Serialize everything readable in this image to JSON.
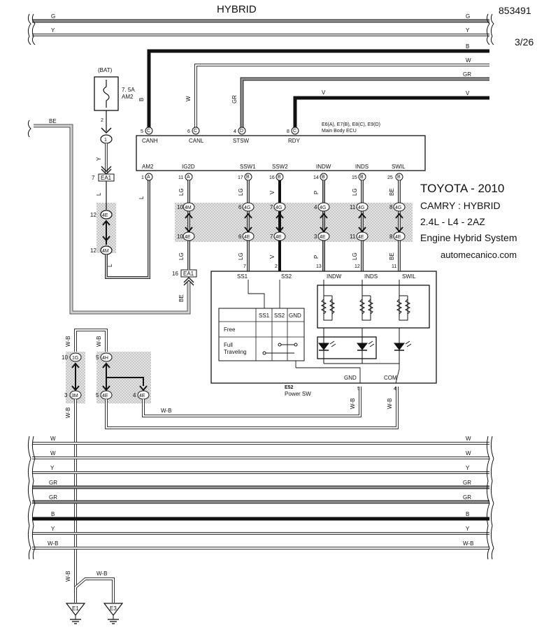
{
  "header": {
    "system": "HYBRID",
    "doc_number": "853491",
    "page": "3/26"
  },
  "info": {
    "line1": "TOYOTA - 2010",
    "line2": "CAMRY : HYBRID",
    "line3": "2.4L - L4 - 2AZ",
    "line4": "Engine Hybrid System",
    "website": "automecanico.com"
  },
  "top_bus": [
    {
      "code": "G",
      "shade": "gray"
    },
    {
      "code": "Y",
      "shade": "light"
    },
    {
      "code": "B",
      "shade": "black"
    },
    {
      "code": "W",
      "shade": "white"
    },
    {
      "code": "GR",
      "shade": "gray"
    },
    {
      "code": "V",
      "shade": "black"
    }
  ],
  "bottom_bus": [
    {
      "code": "W",
      "shade": "white"
    },
    {
      "code": "W",
      "shade": "white"
    },
    {
      "code": "Y",
      "shade": "light"
    },
    {
      "code": "GR",
      "shade": "gray"
    },
    {
      "code": "GR",
      "shade": "gray"
    },
    {
      "code": "B",
      "shade": "black"
    },
    {
      "code": "Y",
      "shade": "light"
    },
    {
      "code": "W-B",
      "shade": "white"
    }
  ],
  "fuse": {
    "label": "(BAT)",
    "rating": "7. 5A",
    "name": "AM2",
    "pin": "2"
  },
  "ecu": {
    "connectors": "E6(A), E7(B), E8(C), E9(D)",
    "name": "Main Body ECU",
    "top_pins": [
      {
        "label": "CANH",
        "num": "5",
        "conn": "C",
        "wire": "B"
      },
      {
        "label": "CANL",
        "num": "6",
        "conn": "C",
        "wire": "W"
      },
      {
        "label": "STSW",
        "num": "4",
        "conn": "D",
        "wire": "GR"
      },
      {
        "label": "RDY",
        "num": "8",
        "conn": "C",
        "wire": "V"
      }
    ],
    "bottom_pins": [
      {
        "label": "AM2",
        "num": "1",
        "conn": "A",
        "wire": "L"
      },
      {
        "label": "IG2D",
        "num": "11",
        "conn": "A",
        "wire": "LG"
      },
      {
        "label": "SSW1",
        "num": "17",
        "conn": "B",
        "wire": "LG"
      },
      {
        "label": "SSW2",
        "num": "16",
        "conn": "B",
        "wire": "V"
      },
      {
        "label": "INDW",
        "num": "14",
        "conn": "B",
        "wire": "P"
      },
      {
        "label": "INDS",
        "num": "15",
        "conn": "B",
        "wire": "LG"
      },
      {
        "label": "SWIL",
        "num": "25",
        "conn": "B",
        "wire": "BE"
      }
    ]
  },
  "left_wiring": {
    "bat_pin": "1",
    "bat_wire": "Y",
    "ea1_top": {
      "pin": "7",
      "code": "EA1"
    },
    "c4e_top": {
      "pin": "12",
      "code": "4E"
    },
    "c4m_bot": {
      "pin": "12",
      "code": "4M"
    },
    "wire_l": "L",
    "ea1_bottom": {
      "pin": "16",
      "code": "EA1"
    },
    "be_wire_top": "BE",
    "be_wire_low": "BE"
  },
  "junction_top": [
    {
      "pin": "10",
      "code": "4M"
    },
    {
      "pin": "6",
      "code": "4G"
    },
    {
      "pin": "7",
      "code": "4G"
    },
    {
      "pin": "4",
      "code": "4G"
    },
    {
      "pin": "11",
      "code": "4G"
    },
    {
      "pin": "8",
      "code": "4G"
    }
  ],
  "junction_bottom": [
    {
      "pin": "10",
      "code": "4E",
      "wire": "LG"
    },
    {
      "pin": "6",
      "code": "4E",
      "wire": "LG"
    },
    {
      "pin": "7",
      "code": "4E",
      "wire": "V"
    },
    {
      "pin": "3",
      "code": "4E",
      "wire": "P"
    },
    {
      "pin": "11",
      "code": "4E",
      "wire": "LG"
    },
    {
      "pin": "8",
      "code": "4E",
      "wire": "BE"
    }
  ],
  "power_sw": {
    "code": "E52",
    "name": "Power SW",
    "pins": [
      {
        "label": "SS1",
        "num": "7"
      },
      {
        "label": "SS2",
        "num": "2"
      },
      {
        "label": "INDW",
        "num": "13"
      },
      {
        "label": "INDS",
        "num": "12"
      },
      {
        "label": "SWIL",
        "num": "11"
      },
      {
        "label": "GND",
        "num": "5"
      },
      {
        "label": "COM",
        "num": "4"
      }
    ],
    "table": {
      "h1": "SS1",
      "h2": "SS2",
      "h3": "GND",
      "row1": "Free",
      "row2a": "Full",
      "row2b": "Traveling"
    }
  },
  "ground_wiring": {
    "c1g": {
      "pin": "10",
      "code": "1G"
    },
    "c3m": {
      "pin": "3",
      "code": "3M"
    },
    "c4h_top": {
      "pin": "5",
      "code": "4H"
    },
    "c4e_a": {
      "pin": "5",
      "code": "4E"
    },
    "c4e_b": {
      "pin": "4",
      "code": "4E"
    },
    "wire": "W-B",
    "grounds": [
      "E1",
      "E3"
    ]
  }
}
